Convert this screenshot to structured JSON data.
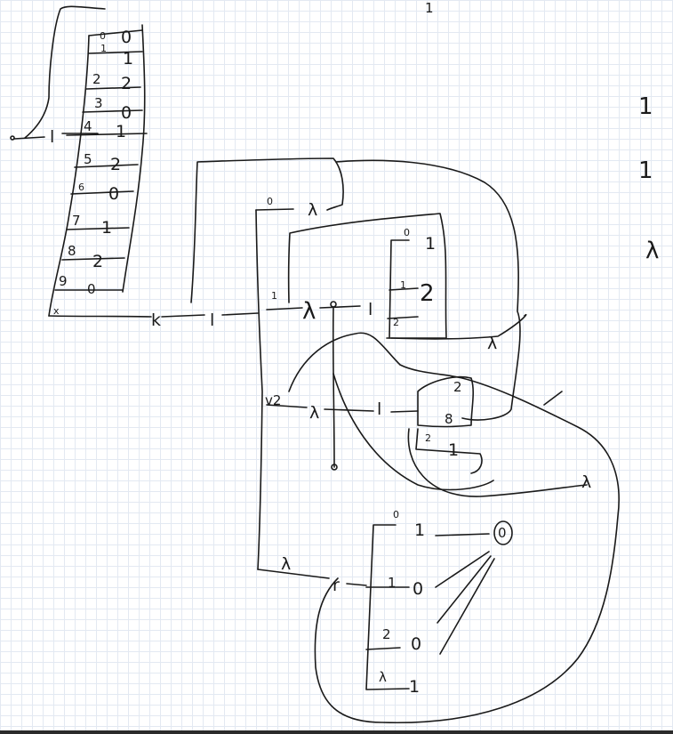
{
  "left_table": {
    "rows": [
      {
        "index": "0",
        "value": "0"
      },
      {
        "index": "1",
        "value": "1"
      },
      {
        "index": "2",
        "value": "2"
      },
      {
        "index": "3",
        "value": "0"
      },
      {
        "index": "4",
        "value": "1"
      },
      {
        "index": "5",
        "value": "2"
      },
      {
        "index": "6",
        "value": "0"
      },
      {
        "index": "7",
        "value": "1"
      },
      {
        "index": "8",
        "value": "2"
      },
      {
        "index": "9",
        "value": "0"
      }
    ],
    "foot": "x",
    "side_l": "l",
    "tail_k": "k",
    "tail_l": "l"
  },
  "mid_top": {
    "index0": "0",
    "lam": "λ",
    "index1": "1",
    "node_lam": "λ",
    "node_l": "l"
  },
  "inner_table": {
    "idx0": "0",
    "val0": "1",
    "idx1": "1",
    "val1": "2",
    "idx2": "2"
  },
  "right_lambda": "λ",
  "center_row": {
    "label": "v2",
    "lam": "λ",
    "l": "l",
    "val_top": "2",
    "val_mid": "8",
    "idx": "2",
    "val_bot": "1"
  },
  "far_lambda": "λ",
  "bottom_table": {
    "idx0": "0",
    "val0": "1",
    "end0": "0",
    "idx1": "1",
    "val1": "0",
    "idx2": "2",
    "val2": "0",
    "idx3": "λ",
    "val3": "1",
    "left_lam": "λ",
    "entry_r": "r"
  },
  "margin_notes": [
    "1",
    "1",
    "λ"
  ],
  "top_mark": "1"
}
